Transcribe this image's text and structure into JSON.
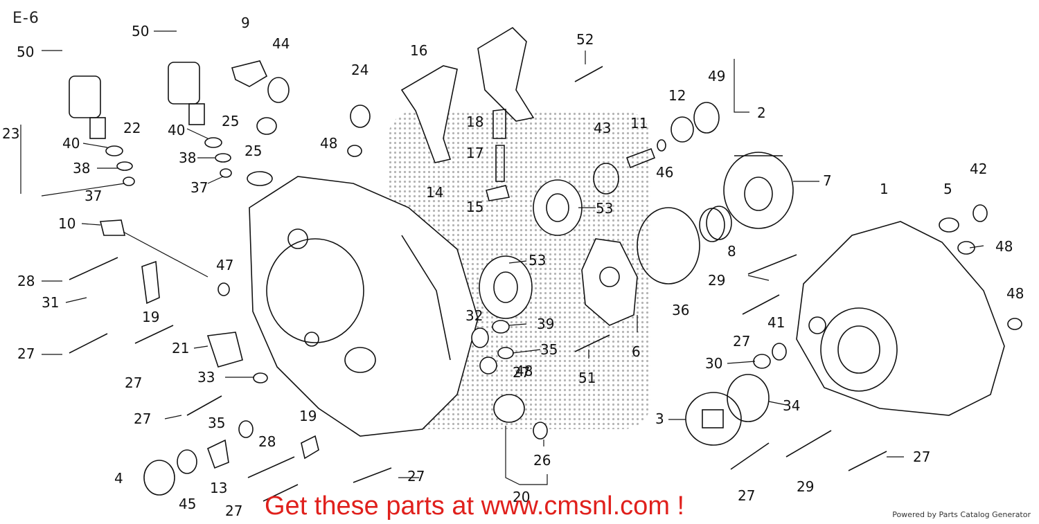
{
  "diagram_code": "E-6",
  "promo_text": "Get these parts at www.cmsnl.com !",
  "credit_text": "Powered by Parts Catalog Generator",
  "labels": [
    "1",
    "2",
    "3",
    "4",
    "5",
    "6",
    "7",
    "8",
    "9",
    "10",
    "11",
    "12",
    "13",
    "14",
    "15",
    "16",
    "17",
    "18",
    "19",
    "19",
    "20",
    "21",
    "22",
    "23",
    "24",
    "25",
    "25",
    "26",
    "27",
    "27",
    "27",
    "27",
    "27",
    "27",
    "27",
    "27",
    "27",
    "28",
    "28",
    "29",
    "29",
    "30",
    "31",
    "32",
    "33",
    "34",
    "35",
    "35",
    "36",
    "37",
    "37",
    "38",
    "38",
    "39",
    "40",
    "40",
    "41",
    "42",
    "43",
    "44",
    "45",
    "46",
    "47",
    "48",
    "48",
    "48",
    "48",
    "49",
    "50",
    "50",
    "51",
    "52",
    "53",
    "53"
  ]
}
